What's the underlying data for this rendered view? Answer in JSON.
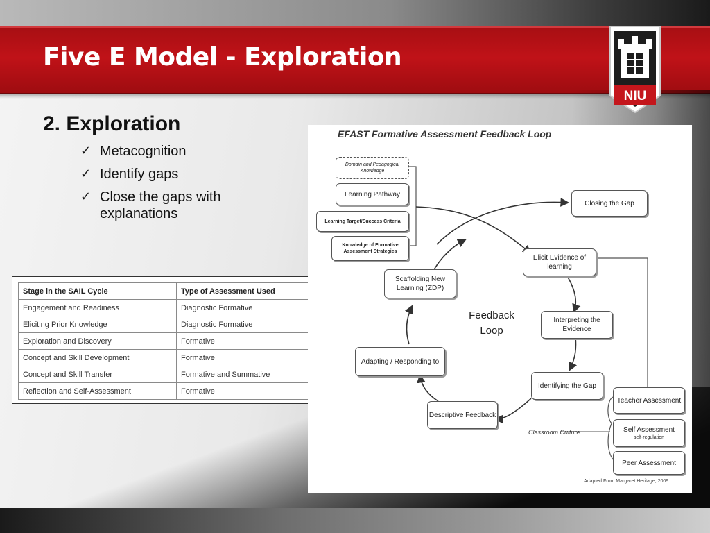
{
  "slide": {
    "title": "Five E Model - Exploration",
    "logo_text": "NIU",
    "heading": "2. Exploration",
    "bullets": [
      "Metacognition",
      "Identify gaps",
      "Close the gaps with explanations"
    ],
    "check_glyph": "✓"
  },
  "sail_table": {
    "headers": [
      "Stage in the SAIL Cycle",
      "Type of Assessment Used"
    ],
    "rows": [
      [
        "Engagement and Readiness",
        "Diagnostic Formative"
      ],
      [
        "Eliciting Prior Knowledge",
        "Diagnostic Formative"
      ],
      [
        "Exploration and Discovery",
        "Formative"
      ],
      [
        "Concept and Skill Development",
        "Formative"
      ],
      [
        "Concept and Skill Transfer",
        "Formative and Summative"
      ],
      [
        "Reflection and Self-Assessment",
        "Formative"
      ]
    ]
  },
  "efast": {
    "title": "EFAST Formative Assessment Feedback Loop",
    "inputs": {
      "domain": "Domain and Pedagogical Knowledge",
      "pathway": "Learning Pathway",
      "target": "Learning Target/Success Criteria",
      "knowledge": "Knowledge of Formative Assessment Strategies"
    },
    "center_label": "Feedback Loop",
    "cycle": {
      "closing": "Closing the Gap",
      "elicit": "Elicit Evidence of learning",
      "interpreting": "Interpreting the Evidence",
      "identifying": "Identifying the Gap",
      "descriptive": "Descriptive Feedback",
      "adapting": "Adapting / Responding to",
      "scaffolding": "Scaffolding New Learning (ZDP)"
    },
    "roles": {
      "teacher": "Teacher Assessment",
      "self": "Self Assessment",
      "self_sub": "self-regulation",
      "peer": "Peer Assessment"
    },
    "classroom_culture": "Classroom Culture",
    "credit": "Adapted From Margaret Heritage, 2009"
  },
  "colors": {
    "banner_red": "#b0101a",
    "title_white": "#ffffff",
    "text_black": "#111111"
  }
}
